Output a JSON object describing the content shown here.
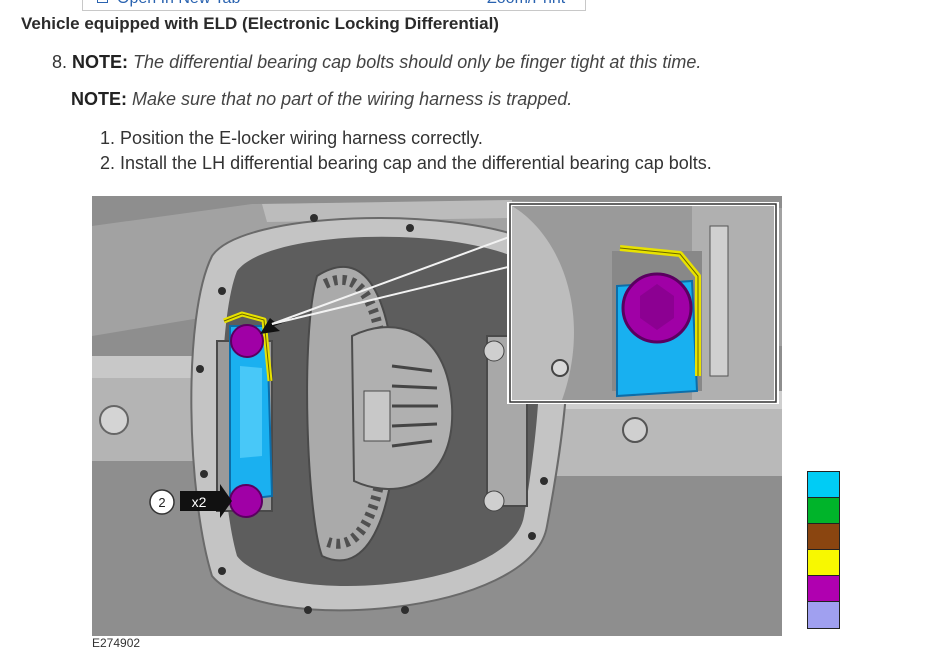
{
  "toolbar": {
    "open_new_tab": "Open In New Tab",
    "zoom_print": "Zoom/Print"
  },
  "heading": "Vehicle equipped with ELD (Electronic Locking Differential)",
  "step": {
    "number": "8.",
    "note_label": "NOTE:",
    "note_text": "The differential bearing cap bolts should only be finger tight at this time."
  },
  "note2": {
    "label": "NOTE:",
    "text": "Make sure that no part of the wiring harness is trapped."
  },
  "substeps": [
    "1. Position the E-locker wiring harness correctly.",
    "2. Install the LH differential bearing cap and the differential bearing cap bolts."
  ],
  "figure": {
    "id": "E274902",
    "callout_number": "2",
    "callout_qty": "x2"
  },
  "legend": {
    "colors": [
      "#00ccf5",
      "#00b42a",
      "#8a4510",
      "#f8f800",
      "#b000b0",
      "#a0a0f0"
    ]
  }
}
